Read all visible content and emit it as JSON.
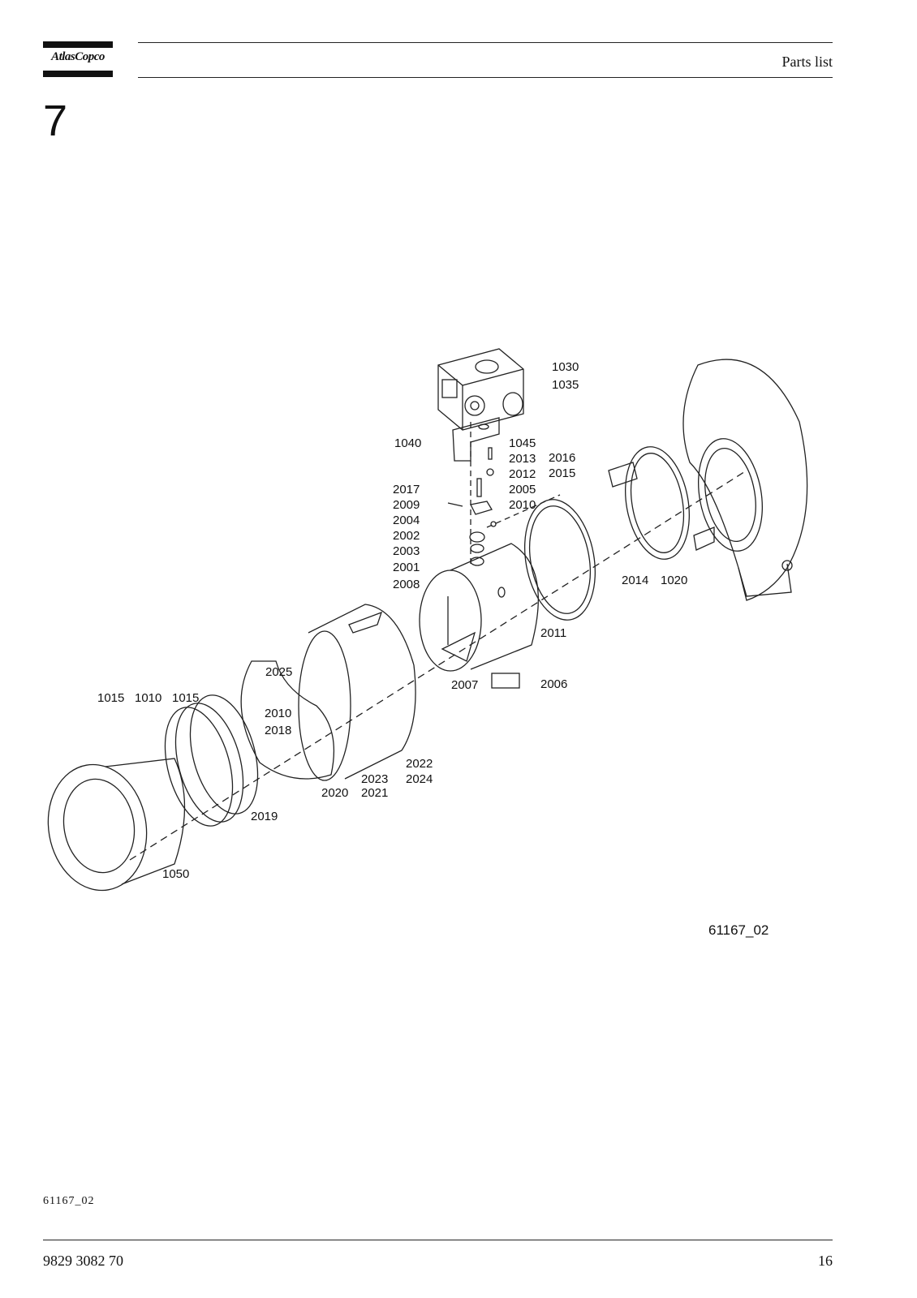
{
  "header": {
    "logo_text": "AtlasCopco",
    "title": "Parts list",
    "chapter": "7"
  },
  "figure": {
    "callouts": [
      "1030",
      "1035",
      "1040",
      "1045",
      "2013",
      "2012",
      "2005",
      "2010",
      "2016",
      "2015",
      "2017",
      "2009",
      "2004",
      "2002",
      "2003",
      "2001",
      "2008",
      "2014",
      "1020",
      "2011",
      "2007",
      "2006",
      "2025",
      "2010",
      "2018",
      "1015",
      "1010",
      "1015",
      "2022",
      "2024",
      "2023",
      "2021",
      "2020",
      "2019",
      "1050"
    ],
    "drawing_ref": "61167_02"
  },
  "footer": {
    "figure_ref": "61167_02",
    "doc_number": "9829 3082 70",
    "page_number": "16"
  }
}
